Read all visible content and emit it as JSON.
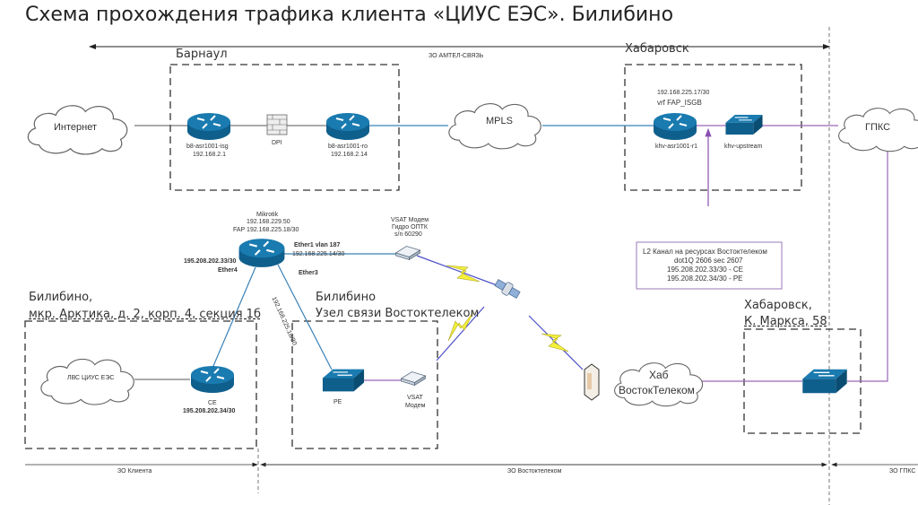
{
  "title": "Схема прохождения трафика клиента «ЦИУС ЕЭС». Билибино",
  "zones": {
    "top": "ЗО АМТЕЛ-СВЯЗЬ",
    "bottom_client": "ЗО Клиента",
    "bottom_vostok": "ЗО Востоктелеком",
    "bottom_gpks": "ЗО ГПКС"
  },
  "sites": {
    "barnaul": "Барнаул",
    "khabarovsk": "Хабаровск",
    "bilibino_client_line1": "Билибино,",
    "bilibino_client_line2": "мкр. Арктика, д. 2, корп. 4, секция 1б",
    "bilibino_node_line1": "Билибино",
    "bilibino_node_line2": "Узел связи Востоктелеком",
    "khabarovsk_marx_line1": "Хабаровск,",
    "khabarovsk_marx_line2": "К. Маркса, 58"
  },
  "clouds": {
    "internet": "Интернет",
    "mpls": "MPLS",
    "gpks": "ГПКС",
    "lan": "ЛВС  ЦИУС ЕЭС",
    "hub_line1": "Хаб",
    "hub_line2": "ВостокТелеком"
  },
  "devices": {
    "b8_isg": {
      "name": "b8-asr1001-isg",
      "ip": "192.168.2.1"
    },
    "dpi": {
      "name": "DPI"
    },
    "b8_ro": {
      "name": "b8-asr1001-ro",
      "ip": "192.168.2.14"
    },
    "khv_asr": {
      "ip": "192.168.225.17/30",
      "vrf": "vrf FAP_ISGB",
      "name": "khv-asr1001-r1"
    },
    "khv_upstream": {
      "name": "khv-upstream"
    },
    "mikrotik": {
      "name": "Mikrotik",
      "ip1": "192.168.229.50",
      "ip2": "FAP 192.168.225.18/30",
      "ether1": "Ether1 vlan 187",
      "ether1_ip": "192.168.225.14/30",
      "ether4_ip": "195.208.202.33/30",
      "ether4": "Ether4",
      "ether3": "Ether3",
      "ether3_ip": "192.168.225.18/30"
    },
    "vsat_remote": {
      "line1": "VSAT Модем",
      "line2": "Гидро ОПТК",
      "line3": "s/n 60290"
    },
    "ce": {
      "name": "CE",
      "ip": "195.208.202.34/30"
    },
    "pe": {
      "name": "PE"
    },
    "vsat_node": {
      "line1": "VSAT",
      "line2": "Модем"
    }
  },
  "note": {
    "line1": "L2 Канал на ресурсах Востоктелеком",
    "line2": "dot1Q 2606 sec 2607",
    "line3": "195.208.202.33/30 - CE",
    "line4": "195.208.202.34/30 - PE"
  },
  "colors": {
    "device": "#1a6e9e",
    "link_blue": "#3b82b8",
    "link_purple": "#9a66b8",
    "bolt": "#f5f03a"
  }
}
